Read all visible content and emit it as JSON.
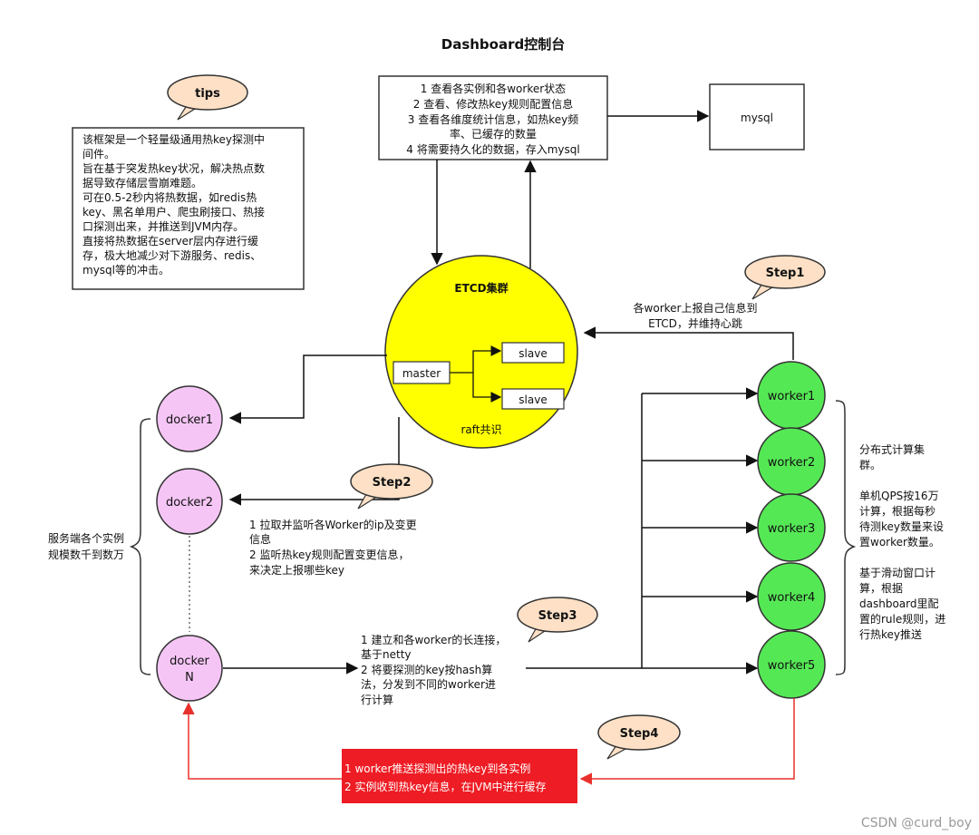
{
  "title": "Dashboard控制台",
  "dashboard_lines": [
    "1 查看各实例和各worker状态",
    "2 查看、修改热key规则配置信息",
    "3 查看各维度统计信息，如热key频",
    "率、已缓存的数量",
    "4 将需要持久化的数据，存入mysql"
  ],
  "mysql_label": "mysql",
  "tips": {
    "label": "tips",
    "lines": [
      "该框架是一个轻量级通用热key探测中",
      "间件。",
      "旨在基于突发热key状况，解决热点数",
      "据导致存储层雪崩难题。",
      "可在0.5-2秒内将热数据，如redis热",
      "key、黑名单用户、爬虫刷接口、热接",
      "口探测出来，并推送到JVM内存。",
      "直接将热数据在server层内存进行缓",
      "存，极大地减少对下游服务、redis、",
      "mysql等的冲击。"
    ]
  },
  "etcd": {
    "title": "ETCD集群",
    "master": "master",
    "slaves": [
      "slave",
      "slave"
    ],
    "consensus": "raft共识"
  },
  "steps": [
    {
      "label": "Step1",
      "lines": [
        "各worker上报自己信息到",
        "ETCD，并维持心跳"
      ]
    },
    {
      "label": "Step2",
      "lines": [
        "1  拉取并监听各Worker的ip及变更",
        "信息",
        "2 监听热key规则配置变更信息，",
        "来决定上报哪些key"
      ]
    },
    {
      "label": "Step3",
      "lines": [
        "1 建立和各worker的长连接，",
        "基于netty",
        "2 将要探测的key按hash算",
        "法，分发到不同的worker进",
        "行计算"
      ]
    },
    {
      "label": "Step4",
      "lines": [
        "1 worker推送探测出的热key到各实例",
        "2 实例收到热key信息，在JVM中进行缓存"
      ]
    }
  ],
  "dockers": [
    "docker1",
    "docker2"
  ],
  "docker_n": [
    "docker",
    "N"
  ],
  "server_note": [
    "服务端各个实例",
    "规模数千到数万"
  ],
  "workers": [
    "worker1",
    "worker2",
    "worker3",
    "worker4",
    "worker5"
  ],
  "worker_note": [
    "分布式计算集",
    "群。",
    "",
    "单机QPS按16万",
    "计算，根据每秒",
    "待测key数量来设",
    "置worker数量。",
    "",
    "基于滑动窗口计",
    "算，根据",
    "dashboard里配",
    "置的rule规则，进",
    "行热key推送"
  ],
  "watermark": "CSDN @curd_boy",
  "colors": {
    "etcd_fill": "#ffff00",
    "docker_fill": "#f5c6f5",
    "worker_fill": "#55e855",
    "bubble_fill": "#fde0c5",
    "alert_fill": "#ee1c24",
    "alert_line": "#e8302a"
  }
}
